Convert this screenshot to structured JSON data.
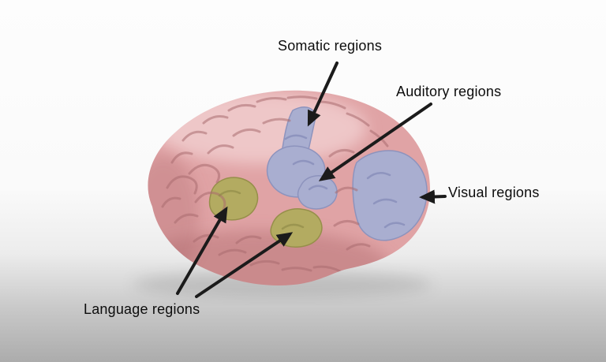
{
  "diagram": {
    "labels": {
      "somatic": "Somatic regions",
      "auditory": "Auditory regions",
      "visual": "Visual regions",
      "language": "Language regions"
    }
  },
  "colors": {
    "background_top": "#fdfdfd",
    "background_bottom": "#acacac",
    "brain_pink": "#e0a3a5",
    "sulci_pink": "#a96b70",
    "region_blue": "#a9aed0",
    "region_blue_edge": "#8d93bd",
    "region_olive": "#b3ab61",
    "region_olive_edge": "#968f4a",
    "arrow": "#1b1b1b",
    "label_text": "#0d0d0d"
  }
}
